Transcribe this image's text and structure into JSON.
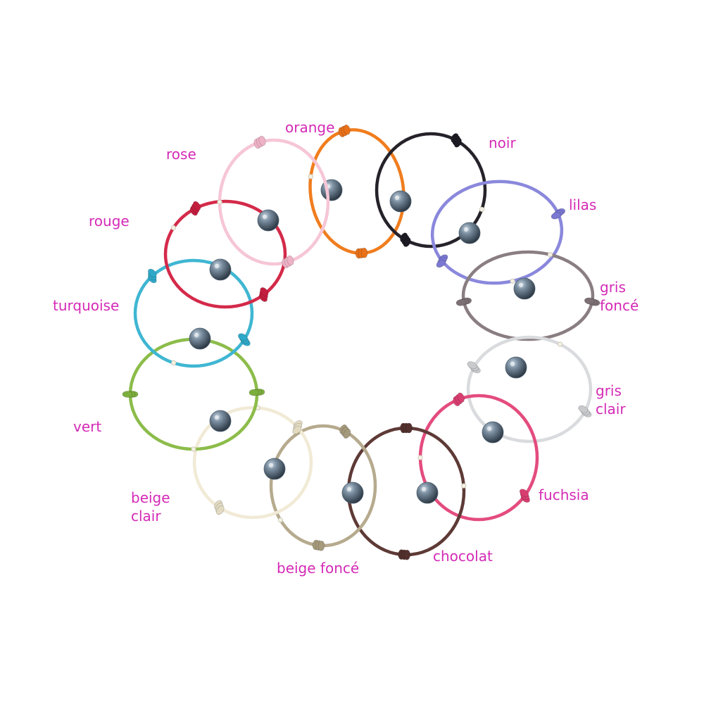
{
  "label_color": "#d42ab6",
  "bead_color": "#4e6070",
  "spacer_color": "#f3f0e4",
  "bracelets": [
    {
      "name": "orange",
      "lines": [
        "orange"
      ],
      "cord_color": "#f07d1e",
      "knot_color": "#e8711a"
    },
    {
      "name": "noir",
      "lines": [
        "noir"
      ],
      "cord_color": "#26222a",
      "knot_color": "#1c1a22"
    },
    {
      "name": "lilas",
      "lines": [
        "lilas"
      ],
      "cord_color": "#8a88dc",
      "knot_color": "#7a78d2"
    },
    {
      "name": "gris foncé",
      "lines": [
        "gris",
        "foncé"
      ],
      "cord_color": "#8a7e82",
      "knot_color": "#7c7075"
    },
    {
      "name": "gris clair",
      "lines": [
        "gris",
        "clair"
      ],
      "cord_color": "#d9dbde",
      "knot_color": "#c8cacd"
    },
    {
      "name": "fuchsia",
      "lines": [
        "fuchsia"
      ],
      "cord_color": "#e44c7e",
      "knot_color": "#d83e70"
    },
    {
      "name": "chocolat",
      "lines": [
        "chocolat"
      ],
      "cord_color": "#5e3a36",
      "knot_color": "#52302c"
    },
    {
      "name": "beige foncé",
      "lines": [
        "beige foncé"
      ],
      "cord_color": "#b6aa8e",
      "knot_color": "#a69a7c"
    },
    {
      "name": "beige clair",
      "lines": [
        "beige",
        "clair"
      ],
      "cord_color": "#f1ead6",
      "knot_color": "#e2dbc2"
    },
    {
      "name": "vert",
      "lines": [
        "vert"
      ],
      "cord_color": "#8cbc4a",
      "knot_color": "#7cae3c"
    },
    {
      "name": "turquoise",
      "lines": [
        "turquoise"
      ],
      "cord_color": "#3fb6d2",
      "knot_color": "#2ea8c8"
    },
    {
      "name": "rouge",
      "lines": [
        "rouge"
      ],
      "cord_color": "#d42a4a",
      "knot_color": "#c41e3e"
    },
    {
      "name": "rose",
      "lines": [
        "rose"
      ],
      "cord_color": "#f6c6d6",
      "knot_color": "#eeb2c6"
    }
  ]
}
